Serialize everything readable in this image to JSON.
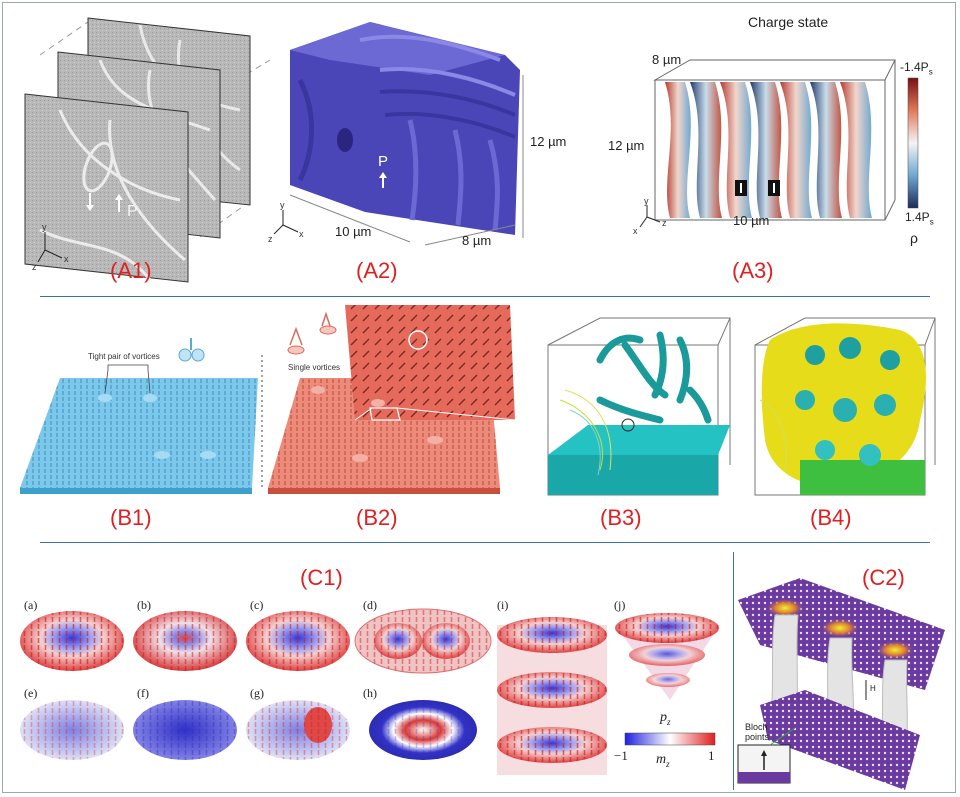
{
  "labels": {
    "a1": "(A1)",
    "a2": "(A2)",
    "a3": "(A3)",
    "b1": "(B1)",
    "b2": "(B2)",
    "b3": "(B3)",
    "b4": "(B4)",
    "c1": "(C1)",
    "c2": "(C2)"
  },
  "a1": {
    "p": "P",
    "axis_y": "y",
    "axis_z": "z",
    "axis_x": "x"
  },
  "a2": {
    "p": "P",
    "dim_height": "12 µm",
    "dim_width": "10 µm",
    "dim_depth": "8 µm",
    "axis_y": "y",
    "axis_z": "z",
    "axis_x": "x"
  },
  "a3": {
    "title": "Charge state",
    "dim_top": "8 µm",
    "dim_left": "12 µm",
    "dim_bottom": "10 µm",
    "cb_top": "-1.4P",
    "cb_top_sub": "s",
    "cb_bottom": "1.4P",
    "cb_bottom_sub": "s",
    "cb_symbol": "ρ",
    "axis_y": "y",
    "axis_z": "z",
    "axis_x": "x"
  },
  "b1": {
    "annotation": "Tight pair of vortices"
  },
  "b2": {
    "annotation": "Single vortices"
  },
  "c1": {
    "sublabels": [
      "(a)",
      "(b)",
      "(c)",
      "(d)",
      "(e)",
      "(f)",
      "(g)",
      "(h)",
      "(i)",
      "(j)"
    ],
    "pz": "p",
    "pz_sub": "z",
    "mz": "m",
    "mz_sub": "z",
    "cb_min": "−1",
    "cb_max": "1"
  },
  "c2": {
    "bloch": "Bloch",
    "points": "points",
    "h": "H"
  },
  "colors": {
    "label_red": "#e02020",
    "divider": "#3b6fa8",
    "a2_purple": "#4b46b8",
    "b1_blue": "#5bb8e0",
    "b2_red": "#e66a5c",
    "b3_teal": "#1aa7a7",
    "b4_yellow": "#e6dc1a"
  }
}
